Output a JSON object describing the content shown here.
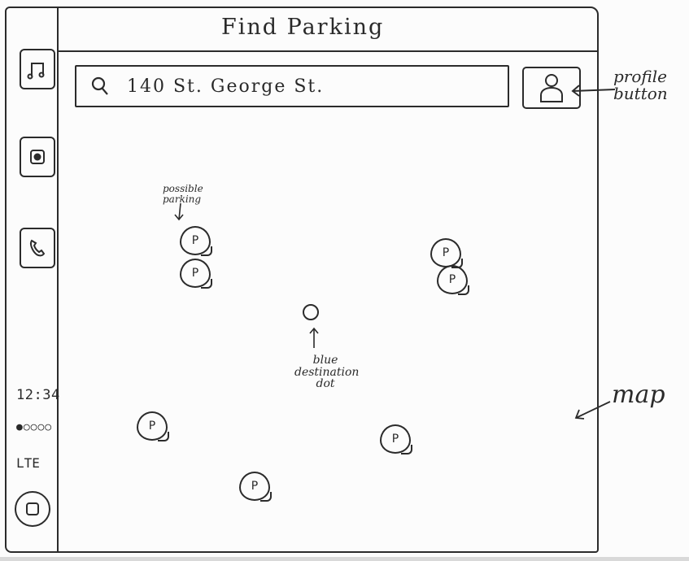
{
  "app": {
    "title": "Find Parking"
  },
  "search": {
    "value": "140 St. George St."
  },
  "rail": {
    "items": [
      {
        "name": "music",
        "icon": "music-note-icon"
      },
      {
        "name": "media",
        "icon": "media-icon"
      },
      {
        "name": "phone",
        "icon": "phone-icon"
      }
    ],
    "status": {
      "time": "12:34",
      "signal": "●○○○○",
      "network": "LTE"
    },
    "home_icon": "home-square-icon"
  },
  "profile": {
    "icon": "user-icon"
  },
  "map": {
    "pin_label": "P",
    "pins": [
      {
        "label": "P"
      },
      {
        "label": "P"
      },
      {
        "label": "P"
      },
      {
        "label": "P"
      },
      {
        "label": "P"
      },
      {
        "label": "P"
      },
      {
        "label": "P"
      }
    ],
    "destination_color": "#2f6fe0"
  },
  "annotations": {
    "profile": "profile button",
    "parking": "possible parking",
    "destination": "blue destination dot",
    "map": "map"
  }
}
